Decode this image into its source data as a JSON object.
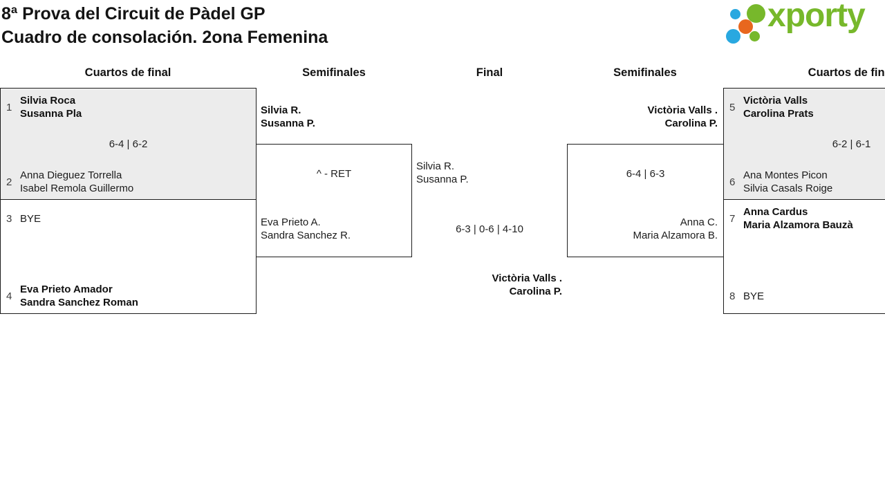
{
  "page": {
    "title_line1": "8ª Prova del Circuit de Pàdel GP",
    "title_line2": "Cuadro de consolación. 2ona Femenina"
  },
  "logo": {
    "text": "xporty",
    "green": "#77b82b",
    "blue": "#29a8e0",
    "orange": "#e8671e"
  },
  "colors": {
    "box_border": "#1c1c1c",
    "played_match_bg": "#ececec"
  },
  "round_headers": {
    "qf_left": "Cuartos de final",
    "sf_left": "Semifinales",
    "final": "Final",
    "sf_right": "Semifinales",
    "qf_right": "Cuartos de final"
  },
  "matches": {
    "qf_left_1": {
      "seed_top": "1",
      "team_top_line1": "Silvia Roca",
      "team_top_line2": "Susanna Pla",
      "score": "6-4 | 6-2",
      "seed_bottom": "2",
      "team_bottom_line1": "Anna Dieguez Torrella",
      "team_bottom_line2": "Isabel Remola Guillermo"
    },
    "qf_left_2": {
      "seed_top": "3",
      "team_top_line1": "BYE",
      "score": "",
      "seed_bottom": "4",
      "team_bottom_line1": "Eva Prieto Amador",
      "team_bottom_line2": "Sandra Sanchez Roman"
    },
    "sf_left": {
      "team_top_line1": "Silvia R.",
      "team_top_line2": "Susanna P.",
      "score": "^ - RET",
      "team_bottom_line1": "Eva Prieto A.",
      "team_bottom_line2": "Sandra Sanchez R."
    },
    "final": {
      "team_left_line1": "Silvia R.",
      "team_left_line2": "Susanna P.",
      "score": "6-3 | 0-6 | 4-10",
      "winner_line1": "Victòria Valls .",
      "winner_line2": "Carolina P."
    },
    "sf_right": {
      "team_top_line1": "Victòria Valls .",
      "team_top_line2": "Carolina P.",
      "score": "6-4 | 6-3",
      "team_bottom_line1": "Anna C.",
      "team_bottom_line2": "Maria Alzamora B."
    },
    "qf_right_1": {
      "seed_top": "5",
      "team_top_line1": "Victòria Valls",
      "team_top_line2": "Carolina Prats",
      "score": "6-2 | 6-1",
      "seed_bottom": "6",
      "team_bottom_line1": "Ana Montes Picon",
      "team_bottom_line2": "Silvia Casals Roige"
    },
    "qf_right_2": {
      "seed_top": "7",
      "team_top_line1": "Anna Cardus",
      "team_top_line2": "Maria Alzamora Bauzà",
      "score": "",
      "seed_bottom": "8",
      "team_bottom_line1": "BYE"
    }
  }
}
